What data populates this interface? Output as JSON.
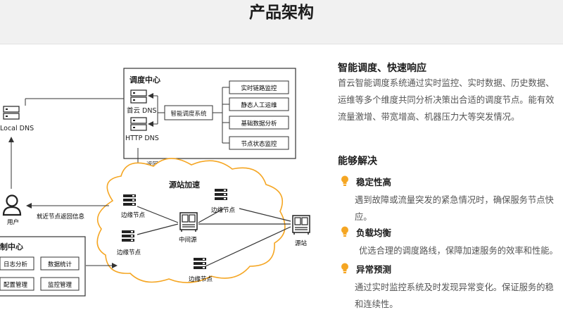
{
  "header": {
    "title": "产品架构"
  },
  "diagram": {
    "scheduling_center": {
      "title": "调度中心",
      "shouyun_dns": "首云 DNS",
      "http_dns": "HTTP DNS",
      "smart_system": "智能调度系统",
      "modules": [
        "实时链路监控",
        "静态人工运维",
        "基础数据分析",
        "节点状态监控"
      ]
    },
    "local_dns": "Local DNS",
    "user": "用户",
    "return_label": "返回调度节点",
    "nearest_label": "就近节点返回信息",
    "origin_acceleration": "源站加速",
    "edge_node": "边缘节点",
    "middle_source": "中间源",
    "origin_site": "源站",
    "control_center": {
      "title": "制中心",
      "items": [
        "日志分析",
        "数据统计",
        "配置管理",
        "监控管理"
      ]
    }
  },
  "intro": {
    "title": "智能调度、快速响应",
    "lines": [
      "首云智能调度系统通过实时监控、实时数据、历史数据、",
      "运维等多个维度共同分析决策出合适的调度节点。能有效",
      "流量激增、带宽增高、机器压力大等突发情况。"
    ]
  },
  "solves": {
    "title": "能够解决",
    "features": [
      {
        "title": "稳定性高",
        "lines": [
          "遇到故障或流量突发的紧急情况时，确保服务节点快",
          "应。"
        ]
      },
      {
        "title": "负载均衡",
        "lines": [
          "优选合理的调度路线，保障加速服务的效率和性能。"
        ]
      },
      {
        "title": "异常预测",
        "lines": [
          "通过实时监控系统及时发现异常变化。保证服务的稳",
          "和连续性。"
        ]
      }
    ]
  },
  "colors": {
    "accent": "#f5a623",
    "cloud_stroke": "#f5a623",
    "line": "#333333"
  }
}
